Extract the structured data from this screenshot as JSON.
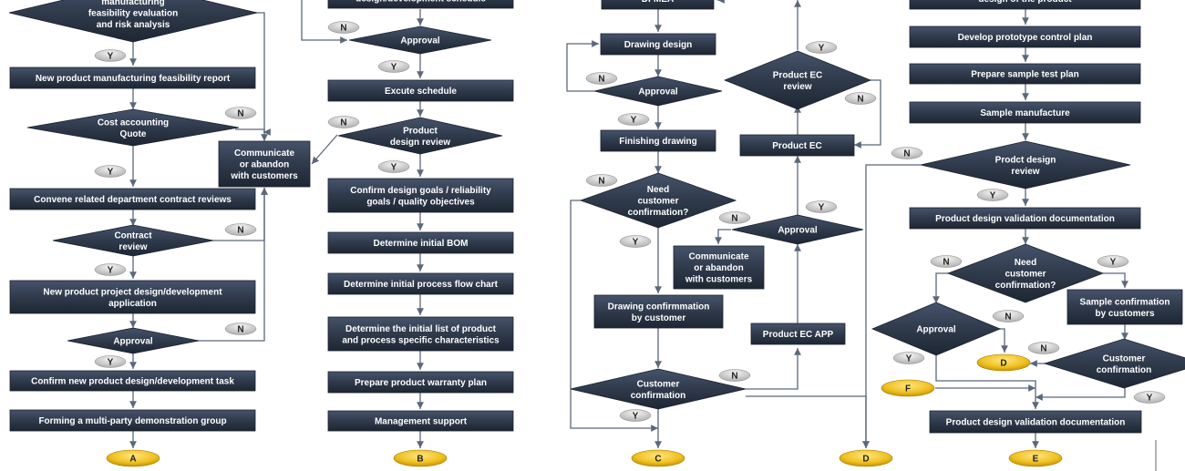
{
  "colors": {
    "box": "#2f3a4b",
    "box_edge": "#1b2230",
    "connector": "#f5c518",
    "badge": "#cfcfcf",
    "line": "#5b6878"
  },
  "column1": {
    "feasibility": [
      "manufacturing",
      "feasibility evaluation",
      "and risk analysis"
    ],
    "feasibility_report": "New product manufacturing feasibility report",
    "cost_quote": [
      "Cost accounting",
      "Quote"
    ],
    "communicate_1": [
      "Communicate",
      "or abandon",
      "with customers"
    ],
    "contract_reviews": "Convene related department contract reviews",
    "contract_review": [
      "Contract",
      "review"
    ],
    "project_app": [
      "New product project design/development",
      "application"
    ],
    "approval": "Approval",
    "confirm_task": "Confirm new product design/development task",
    "demo_group": "Forming a multi-party demonstration group",
    "end_a": "A"
  },
  "column2": {
    "schedule_top": "design/development schedule",
    "approval": "Approval",
    "execute": "Excute schedule",
    "design_review": [
      "Product",
      "design review"
    ],
    "confirm_goals": [
      "Confirm design goals / reliability",
      "goals / quality objectives"
    ],
    "bom": "Determine initial BOM",
    "flow_chart": "Determine initial process flow chart",
    "characteristics": [
      "Determine the initial list of product",
      "and process specific characteristics"
    ],
    "warranty": "Prepare product warranty plan",
    "support": "Management support",
    "end_b": "B"
  },
  "column3": {
    "dfmea": "DFMEA",
    "drawing_design": "Drawing design",
    "approval": "Approval",
    "finishing": "Finishing drawing",
    "need_confirm": [
      "Need",
      "customer",
      "confirmation?"
    ],
    "drawing_confirm": [
      "Drawing confirmmation",
      "by customer"
    ],
    "customer_confirm": [
      "Customer",
      "confirmation"
    ],
    "end_c": "C"
  },
  "column4": {
    "ec_review": [
      "Product EC",
      "review"
    ],
    "ec": "Product EC",
    "approval": "Approval",
    "communicate_2": [
      "Communicate",
      "or abandon",
      "with customers"
    ],
    "ec_app": "Product EC APP",
    "end_d": "D"
  },
  "column5": {
    "design_top": "design of the product",
    "control_plan": "Develop prototype control plan",
    "test_plan": "Prepare sample test plan",
    "manufacture": "Sample manufacture",
    "design_review": [
      "Prodct design",
      "review"
    ],
    "validation_doc_1": "Product design validation documentation",
    "need_confirm": [
      "Need",
      "customer",
      "confirmation?"
    ],
    "sample_confirm": [
      "Sample confirmation",
      "by customers"
    ],
    "approval": "Approval",
    "customer_confirm": [
      "Customer",
      "confirmation"
    ],
    "connector_d": "D",
    "connector_f": "F",
    "validation_doc_2": "Product design validation documentation",
    "end_e": "E"
  },
  "badges": {
    "yes": "Y",
    "no": "N"
  }
}
